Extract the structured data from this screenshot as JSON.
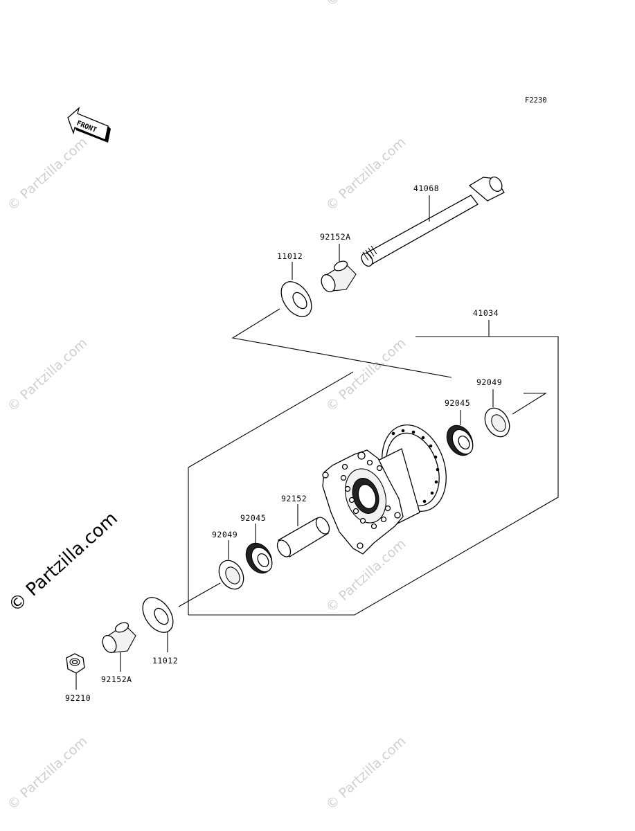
{
  "figure": {
    "code": "F2230"
  },
  "front_indicator": {
    "label": "FRONT",
    "icon": "front-arrow-icon"
  },
  "watermark": {
    "text": "© Partzilla.com"
  },
  "parts": {
    "axle": "41068",
    "collar_upper": "92152A",
    "cap_upper": "11012",
    "hub_assembly": "41034",
    "oil_seal_right": "92049",
    "bearing_right": "92045",
    "spacer": "92152",
    "bearing_left": "92045",
    "oil_seal_left": "92049",
    "cap_lower": "11012",
    "collar_lower": "92152A",
    "nut": "92210"
  }
}
